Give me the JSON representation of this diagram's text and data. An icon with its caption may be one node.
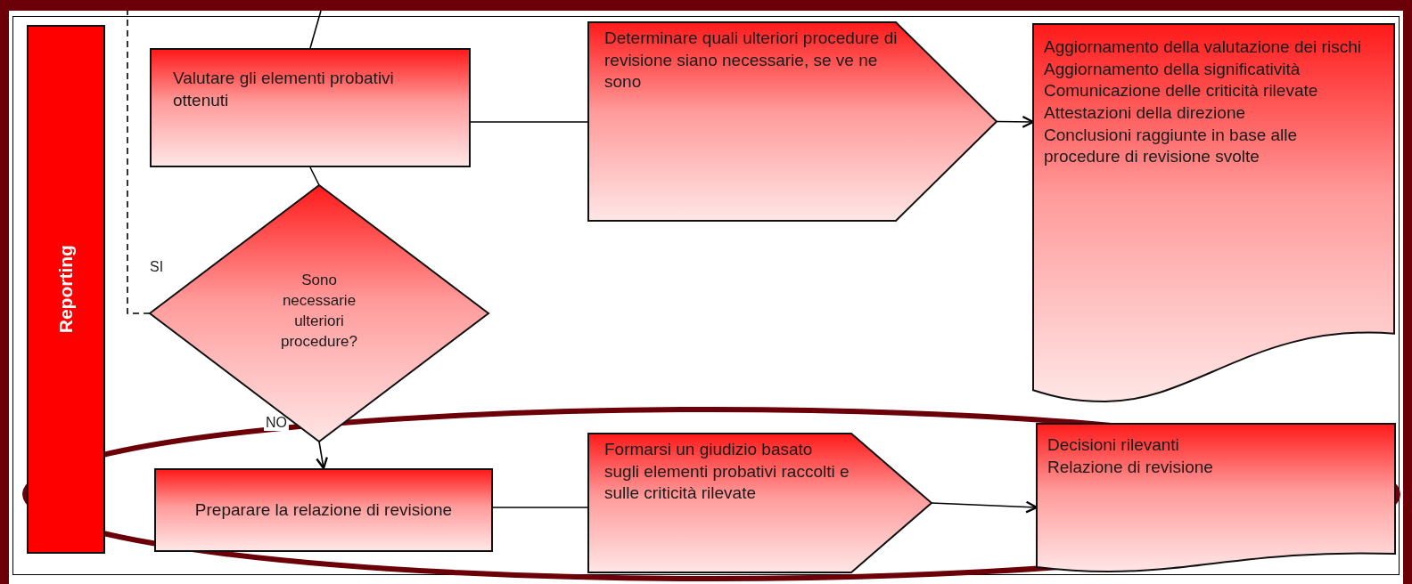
{
  "diagram": {
    "nodes": [
      {
        "text": [
          "Reporting"
        ]
      },
      {
        "text": [
          "Valutare gli elementi probativi ottenuti"
        ]
      },
      {
        "text": [
          "Sono necessarie ulteriori procedure?"
        ]
      },
      {
        "text": [
          "Determinare quali ulteriori procedure di revisione siano necessarie, se ve ne sono"
        ]
      },
      {
        "text": [
          "Aggiornamento della valutazione dei rischi",
          "Aggiornamento della significatività",
          "Comunicazione delle criticità rilevate",
          "Attestazioni della direzione",
          "Conclusioni raggiunte in base alle procedure di revisione svolte"
        ]
      },
      {
        "text": [
          "Preparare la relazione di revisione"
        ]
      },
      {
        "text": [
          "Formarsi un giudizio basato sugli elementi probativi raccolti e sulle criticità rilevate"
        ]
      },
      {
        "text": [
          "Decisioni rilevanti",
          "Relazione di revisione"
        ]
      }
    ],
    "edges": [
      {
        "from": null,
        "to": 1,
        "arrow": "none"
      },
      {
        "from": 1,
        "to": 3,
        "arrow": "none"
      },
      {
        "from": 3,
        "to": 4,
        "arrow": "to"
      },
      {
        "from": 1,
        "to": 2,
        "arrow": "none"
      },
      {
        "from": 2,
        "to": 5,
        "arrow": "to",
        "label": "NO"
      },
      {
        "from": 2,
        "to": null,
        "arrow": "none",
        "label": "SI",
        "style": "dashed"
      },
      {
        "from": 5,
        "to": 6,
        "arrow": "none"
      },
      {
        "from": 6,
        "to": 7,
        "arrow": "to"
      }
    ]
  }
}
